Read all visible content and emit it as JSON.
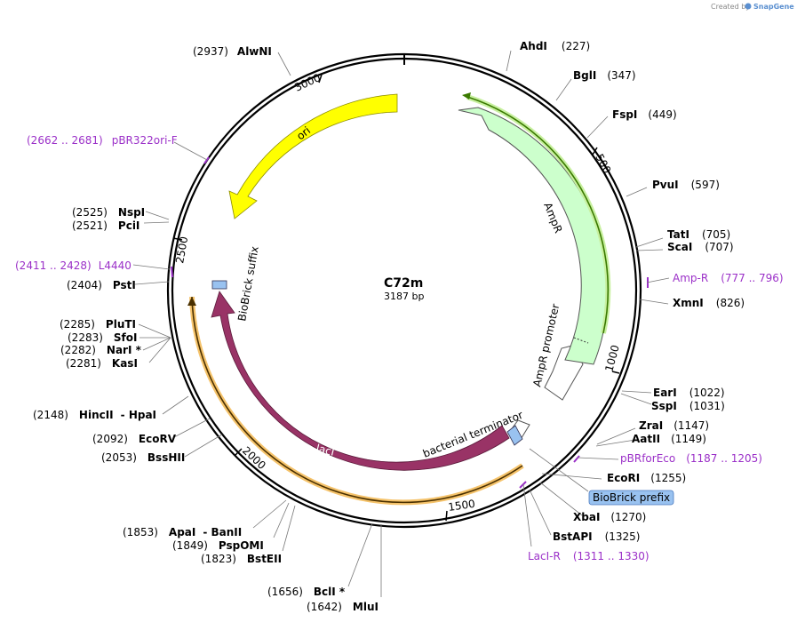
{
  "credit": {
    "prefix": "Created by",
    "brand": "SnapGene"
  },
  "map": {
    "name": "C72m",
    "length_label": "3187 bp"
  },
  "ticks": [
    "500",
    "1000",
    "1500",
    "2000",
    "2500",
    "3000"
  ],
  "features": {
    "ori": "ori",
    "ampr": "AmpR",
    "ampr_promoter": "AmpR promoter",
    "laci": "lacI",
    "bacterial_terminator": "bacterial terminator",
    "biobrick_suffix": "BioBrick suffix",
    "biobrick_prefix": "BioBrick prefix"
  },
  "enzymes": {
    "ahdi": {
      "name": "AhdI",
      "pos": "(227)"
    },
    "bgli": {
      "name": "BglI",
      "pos": "(347)"
    },
    "fspi": {
      "name": "FspI",
      "pos": "(449)"
    },
    "pvui": {
      "name": "PvuI",
      "pos": "(597)"
    },
    "tati": {
      "name": "TatI",
      "pos": "(705)"
    },
    "scai": {
      "name": "ScaI",
      "pos": "(707)"
    },
    "xmni": {
      "name": "XmnI",
      "pos": "(826)"
    },
    "eari": {
      "name": "EarI",
      "pos": "(1022)"
    },
    "sspi": {
      "name": "SspI",
      "pos": "(1031)"
    },
    "zrai": {
      "name": "ZraI",
      "pos": "(1147)"
    },
    "aatii": {
      "name": "AatII",
      "pos": "(1149)"
    },
    "ecori": {
      "name": "EcoRI",
      "pos": "(1255)"
    },
    "xbai": {
      "name": "XbaI",
      "pos": "(1270)"
    },
    "bstapi": {
      "name": "BstAPI",
      "pos": "(1325)"
    },
    "mlui": {
      "name": "MluI",
      "pos": "(1642)"
    },
    "bcli": {
      "name": "BclI *",
      "pos": "(1656)"
    },
    "bsteii": {
      "name": "BstEII",
      "pos": "(1823)"
    },
    "pspomi": {
      "name": "PspOMI",
      "pos": "(1849)"
    },
    "apai": {
      "name": "ApaI",
      "pos": "(1853)"
    },
    "banii": {
      "name": "- BanII"
    },
    "bsshii": {
      "name": "BssHII",
      "pos": "(2053)"
    },
    "ecorv": {
      "name": "EcoRV",
      "pos": "(2092)"
    },
    "hincii": {
      "name": "HincII",
      "pos": "(2148)"
    },
    "hpai": {
      "name": "- HpaI"
    },
    "kasi": {
      "name": "KasI",
      "pos": "(2281)"
    },
    "nari": {
      "name": "NarI *",
      "pos": "(2282)"
    },
    "sfoi": {
      "name": "SfoI",
      "pos": "(2283)"
    },
    "pluti": {
      "name": "PluTI",
      "pos": "(2285)"
    },
    "psti": {
      "name": "PstI",
      "pos": "(2404)"
    },
    "pcii": {
      "name": "PciI",
      "pos": "(2521)"
    },
    "nspi": {
      "name": "NspI",
      "pos": "(2525)"
    },
    "alwni": {
      "name": "AlwNI",
      "pos": "(2937)"
    }
  },
  "primers": {
    "ampr": {
      "name": "Amp-R",
      "range": "(777 .. 796)"
    },
    "pbrforeco": {
      "name": "pBRforEco",
      "range": "(1187 .. 1205)"
    },
    "lacir": {
      "name": "LacI-R",
      "range": "(1311 .. 1330)"
    },
    "l4440": {
      "name": "L4440",
      "range": "(2411 .. 2428)"
    },
    "pbr322ori": {
      "name": "pBR322ori-F",
      "range": "(2662 .. 2681)"
    }
  },
  "colors": {
    "ori": "#ffff00",
    "ampr": "#ccffcc",
    "laci": "#993366",
    "biobrick": "#99c2f0",
    "primer": "#9b30c8",
    "primer_strand_orange": "#f5c36b",
    "primer_strand_green": "#c8f0a0"
  }
}
